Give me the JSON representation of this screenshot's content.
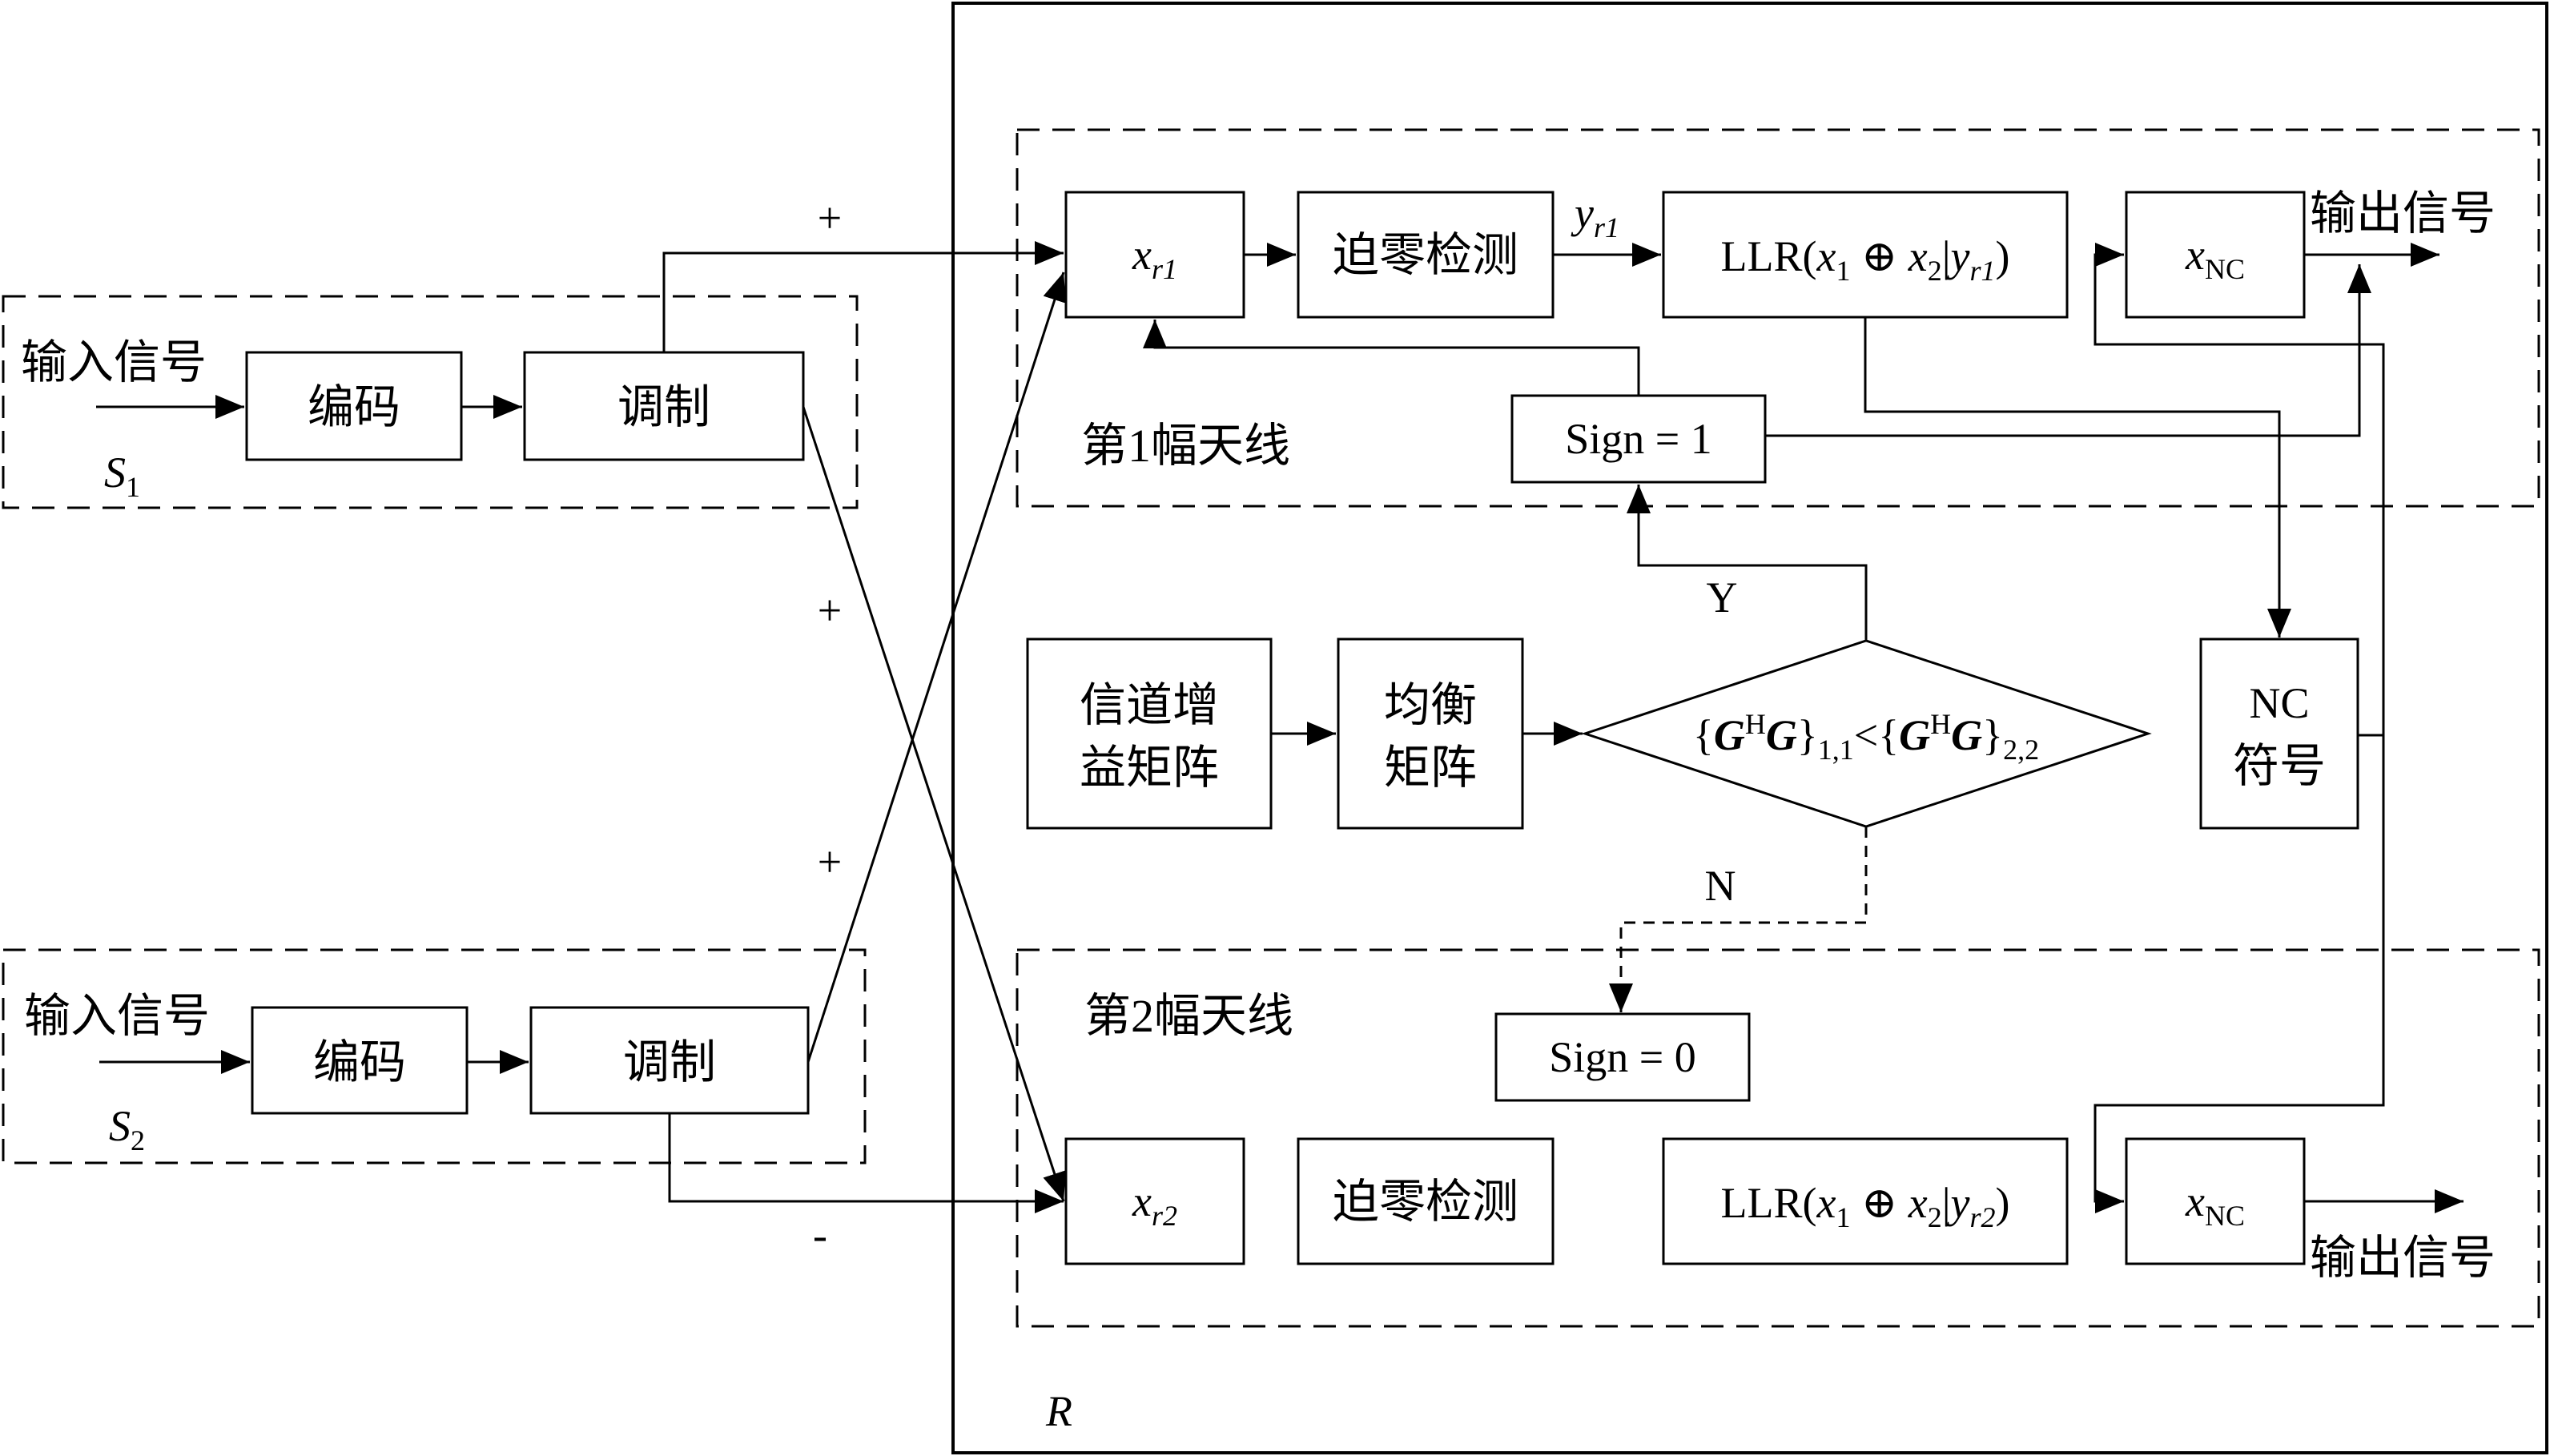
{
  "diagram": {
    "ink_color": "#000000",
    "background": "#ffffff",
    "sources": [
      {
        "group_id": "s1",
        "input_label": "输入信号",
        "source_var": "S",
        "source_sub": "1",
        "encode_label": "编码",
        "modulate_label": "调制"
      },
      {
        "group_id": "s2",
        "input_label": "输入信号",
        "source_var": "S",
        "source_sub": "2",
        "encode_label": "编码",
        "modulate_label": "调制"
      }
    ],
    "signs": {
      "plus_top": "+",
      "plus_mid": "+",
      "plus_low": "+",
      "minus": "-"
    },
    "relay": {
      "label": "R",
      "antenna1": {
        "title": "第1幅天线",
        "xr_var": "x",
        "xr_sub": "r1",
        "zf_label": "迫零检测",
        "y_var": "y",
        "y_sub": "r1",
        "llr": {
          "prefix": "LLR(",
          "x1": "x",
          "s1": "1",
          "op": " ⊕ ",
          "x2": "x",
          "s2": "2",
          "bar": "|",
          "yv": "y",
          "ys": "r1",
          "close": ")"
        },
        "nc_var": "x",
        "nc_sub": "NC",
        "sign_label": "Sign = 1",
        "output_label": "输出信号"
      },
      "antenna2": {
        "title": "第2幅天线",
        "xr_var": "x",
        "xr_sub": "r2",
        "zf_label": "迫零检测",
        "llr": {
          "prefix": "LLR(",
          "x1": "x",
          "s1": "1",
          "op": " ⊕ ",
          "x2": "x",
          "s2": "2",
          "bar": "|",
          "yv": "y",
          "ys": "r2",
          "close": ")"
        },
        "nc_var": "x",
        "nc_sub": "NC",
        "sign_label": "Sign = 0",
        "output_label": "输出信号"
      },
      "channel_gain": {
        "line1": "信道增",
        "line2": "益矩阵"
      },
      "equalizer": {
        "line1": "均衡",
        "line2": "矩阵"
      },
      "decision": {
        "left_open": "{",
        "g1": "G",
        "h1": "H",
        "g2": "G",
        "close1": "}",
        "sub1": "1,1",
        "lt": "<",
        "right_open": "{",
        "g3": "G",
        "h2": "H",
        "g4": "G",
        "close2": "}",
        "sub2": "2,2"
      },
      "branch_yes": "Y",
      "branch_no": "N",
      "nc_symbol": {
        "line1": "NC",
        "line2": "符号"
      }
    }
  }
}
